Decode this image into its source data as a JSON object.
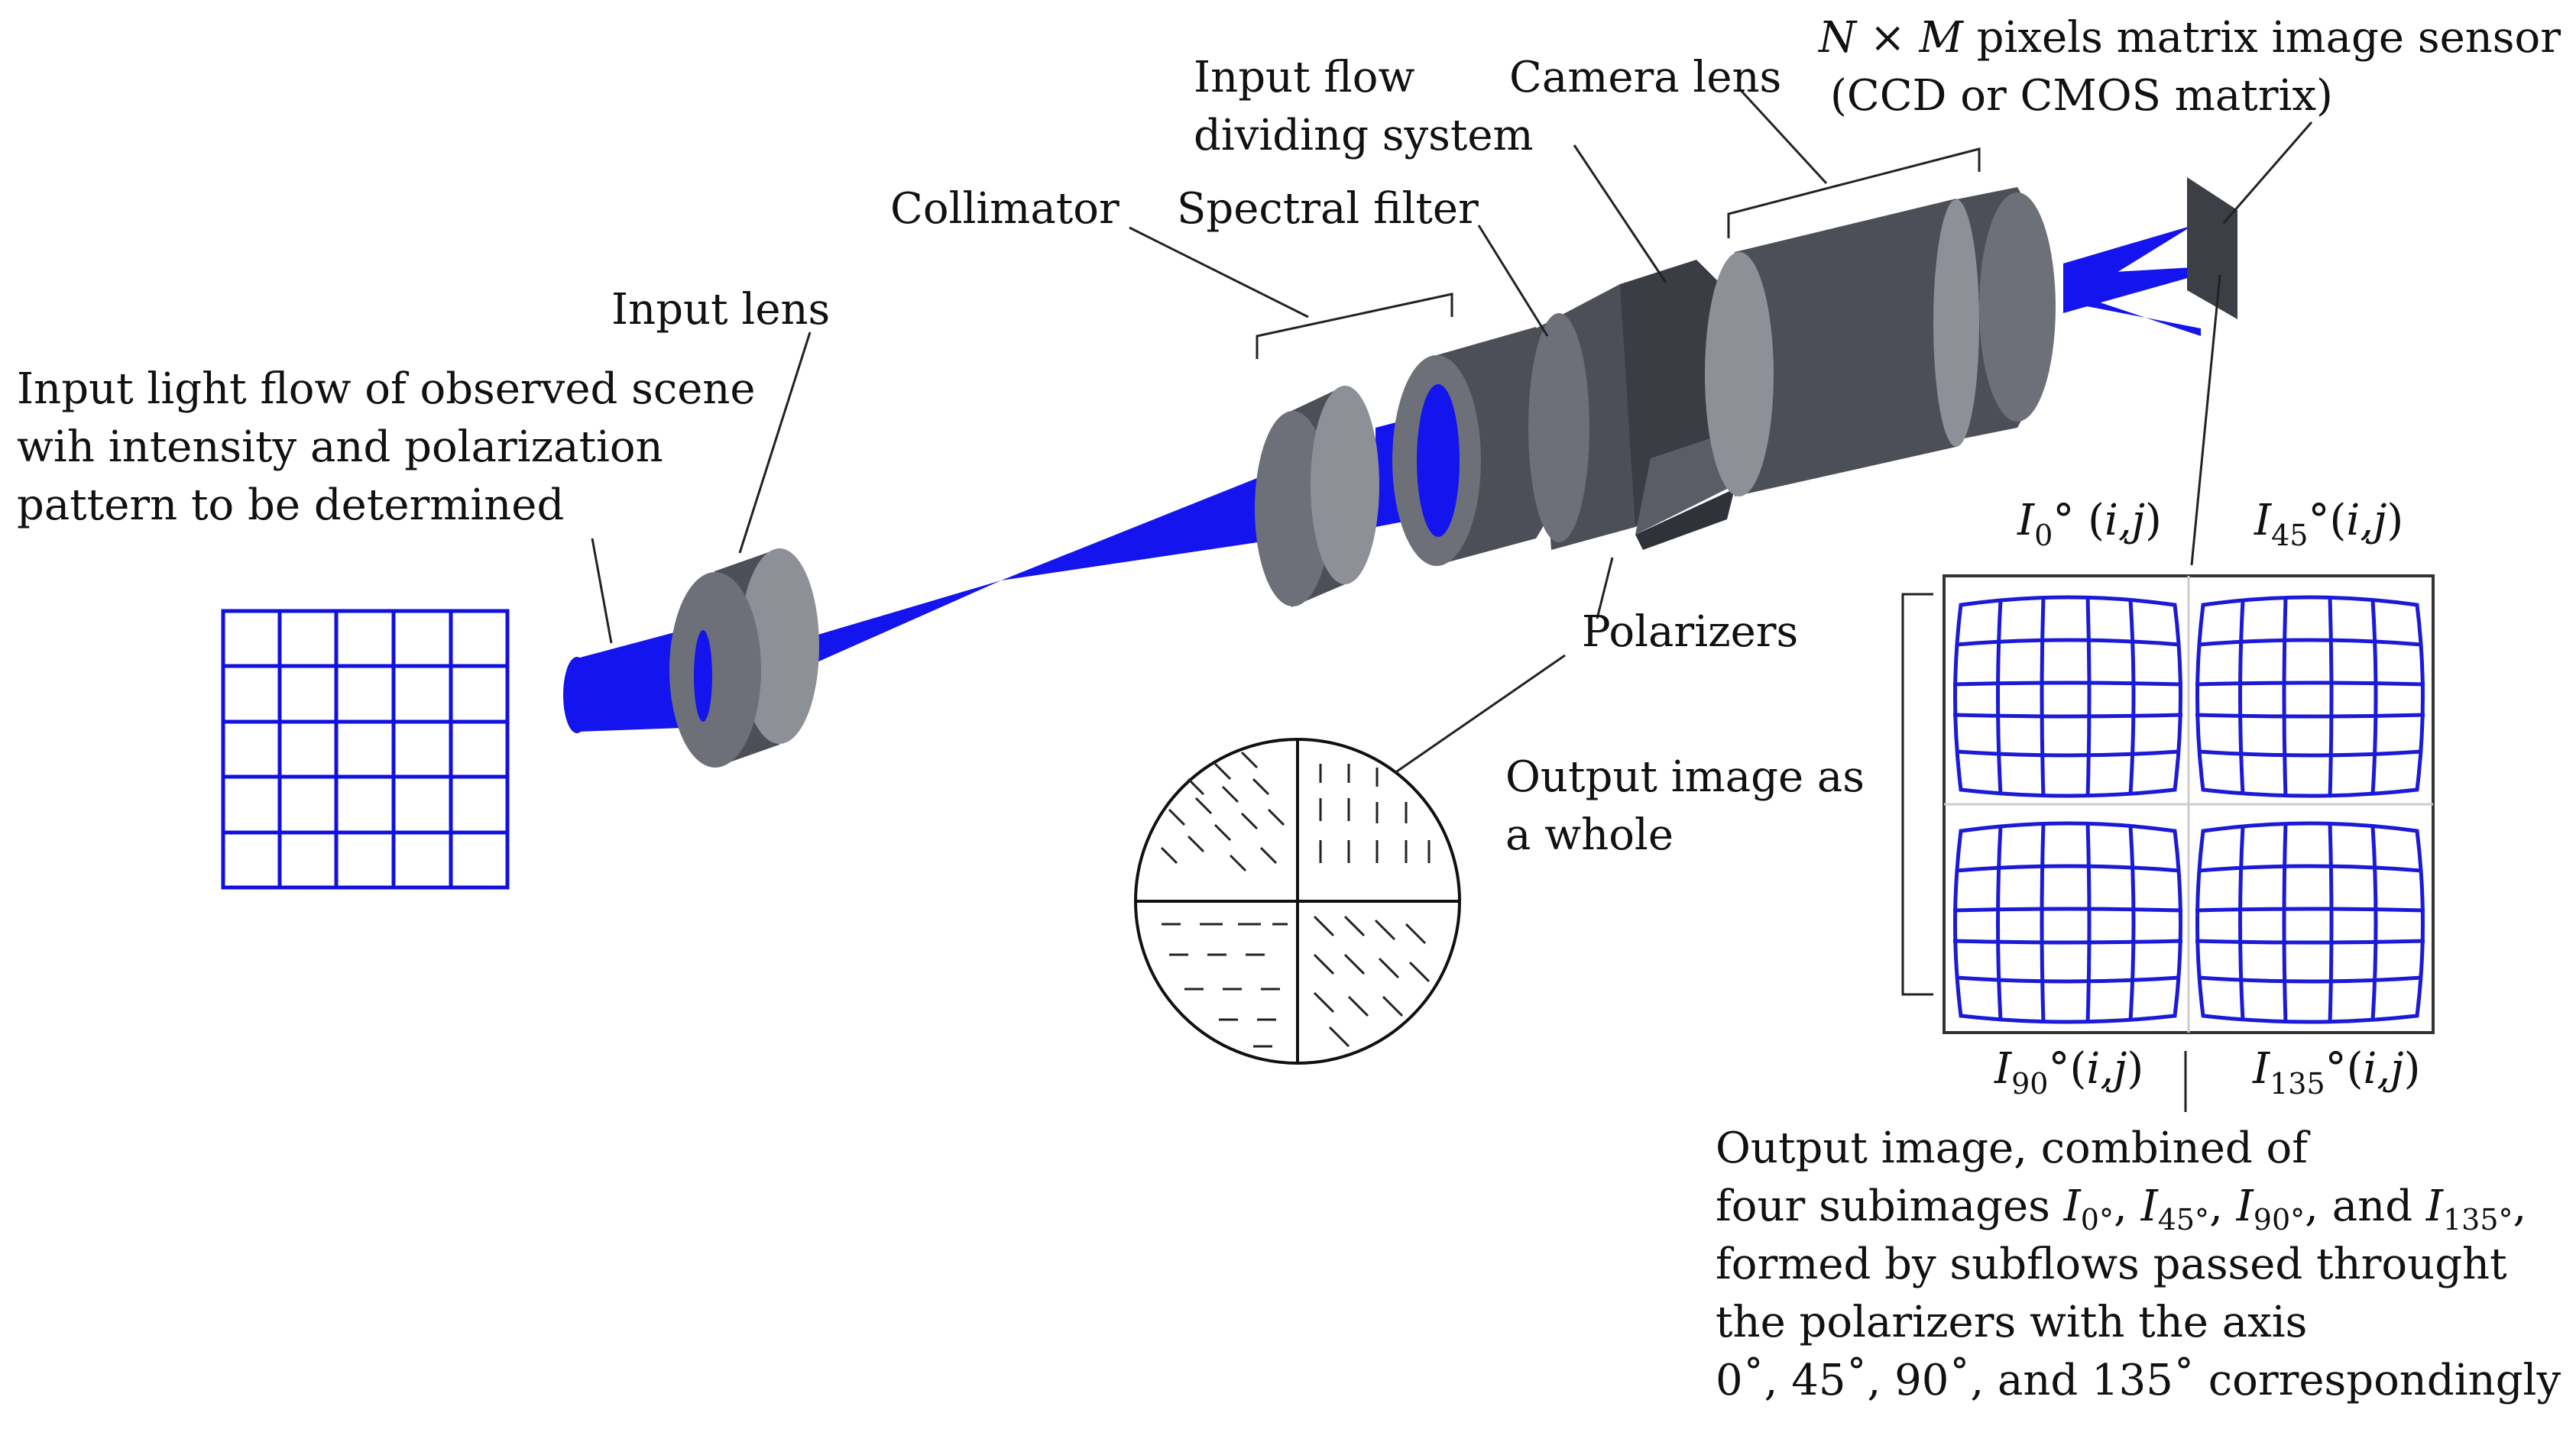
{
  "labels": {
    "input_flow": [
      "Input light flow of observed scene",
      "wih intensity and polarization",
      "pattern to be determined"
    ],
    "input_lens": "Input lens",
    "collimator": "Collimator",
    "spectral_filter": "Spectral filter",
    "input_flow_dividing": [
      "Input flow",
      "dividing system"
    ],
    "camera_lens": "Camera lens",
    "sensor_line1_n": "N",
    "sensor_line1_x": " × ",
    "sensor_line1_m": "M",
    "sensor_line1_rest": " pixels matrix image sensor",
    "sensor_line2": "(CCD or CMOS matrix)",
    "polarizers": "Polarizers",
    "output_whole": [
      "Output image as",
      " a whole"
    ],
    "sub_i0": {
      "I": "I",
      "sub": "0",
      "rest": "° (",
      "ij": "i,j",
      "close": ")"
    },
    "sub_i45": {
      "I": "I",
      "sub": "45",
      "rest": "°(",
      "ij": "i,j",
      "close": ")"
    },
    "sub_i90": {
      "I": "I",
      "sub": "90",
      "rest": "°(",
      "ij": "i,j",
      "close": ")"
    },
    "sub_i135": {
      "I": "I",
      "sub": "135",
      "rest": "°(",
      "ij": "i,j",
      "close": ")"
    },
    "output_combined": {
      "line1": "Output image, combined of",
      "line2_a": "four subimages ",
      "line2_terms": [
        {
          "I": "I",
          "sub": "0°",
          "sep": ", "
        },
        {
          "I": "I",
          "sub": "45°",
          "sep": ", "
        },
        {
          "I": "I",
          "sub": "90°",
          "sep": ", and "
        },
        {
          "I": "I",
          "sub": "135°",
          "sep": ","
        }
      ],
      "line3": "formed by subflows passed throught",
      "line4": "the polarizers with the axis",
      "line5": " 0˚, 45˚, 90˚, and 135˚ correspondingly"
    }
  },
  "colors": {
    "beam": "#1414ee",
    "grid": "#1010e0",
    "lens_dark": "#4c4f57",
    "lens_light": "#8e9098"
  }
}
